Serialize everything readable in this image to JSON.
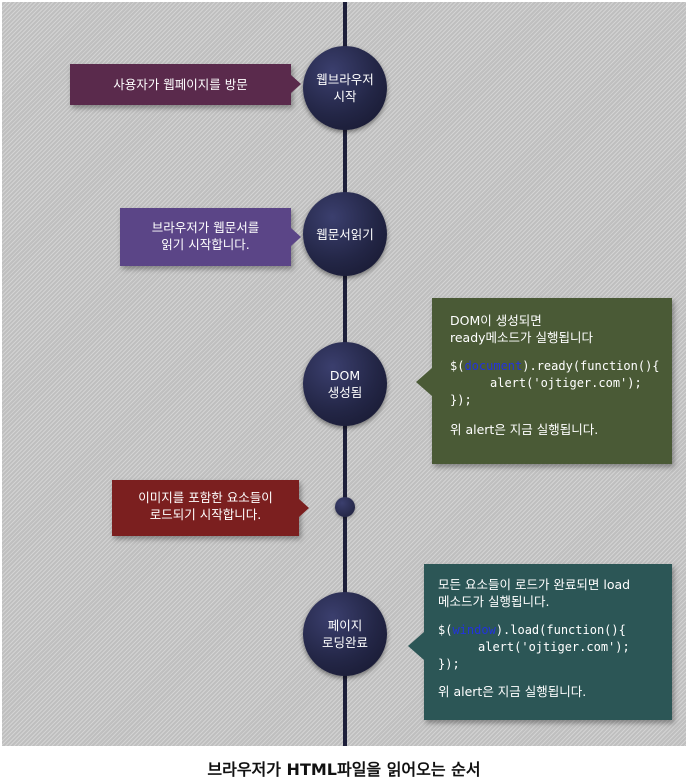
{
  "nodes": [
    {
      "lines": [
        "웹브라우저",
        "시작"
      ]
    },
    {
      "lines": [
        "웹문서읽기"
      ]
    },
    {
      "lines": [
        "DOM",
        "생성됨"
      ]
    },
    {
      "lines": [
        "페이지",
        "로딩완료"
      ]
    }
  ],
  "callouts": {
    "visit": {
      "lines": [
        "사용자가 웹페이지를 방문"
      ],
      "color": "#5a2a4c"
    },
    "read": {
      "lines": [
        "브라우저가 웹문서를",
        "읽기 시작합니다."
      ],
      "color": "#5b4587"
    },
    "images": {
      "lines": [
        "이미지를 포함한 요소들이",
        "로드되기 시작합니다."
      ],
      "color": "#7b1f1f"
    },
    "dom": {
      "color": "#4a5a36",
      "intro": [
        "DOM이 생성되면",
        "ready메소드가 실행됩니다"
      ],
      "code_prefix": "$(",
      "code_keyword": "document",
      "code_suffix": ").ready(function(){",
      "code_body": "alert('ojtiger.com');",
      "code_end": "});",
      "note": "위 alert은 지금 실행됩니다."
    },
    "load": {
      "color": "#2c5656",
      "intro": [
        "모든 요소들이 로드가 완료되면 load",
        "메소드가 실행됩니다."
      ],
      "code_prefix": "$(",
      "code_keyword": "window",
      "code_suffix": ").load(function(){",
      "code_body": "alert('ojtiger.com');",
      "code_end": "});",
      "note": "위 alert은 지금 실행됩니다."
    }
  },
  "colors": {
    "timeline": "#1d1f3a",
    "keyword": "#2233dd"
  },
  "caption": "브라우저가 HTML파일을 읽어오는 순서"
}
